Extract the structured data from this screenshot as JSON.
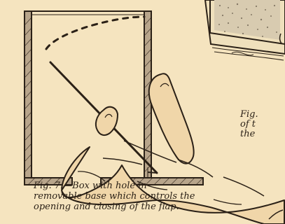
{
  "figure_7": {
    "caption": {
      "line_1": "Fig. 7.—Box with hole in",
      "line_2": "removable base which controls the",
      "line_3": "opening and closing of the flap."
    }
  },
  "adjacent_figure": {
    "caption_fragment": {
      "line_1": "Fig.",
      "line_2": "of t",
      "line_3": "the"
    }
  },
  "colors": {
    "paper": "#f5e4bf",
    "ink": "#2b2117"
  }
}
